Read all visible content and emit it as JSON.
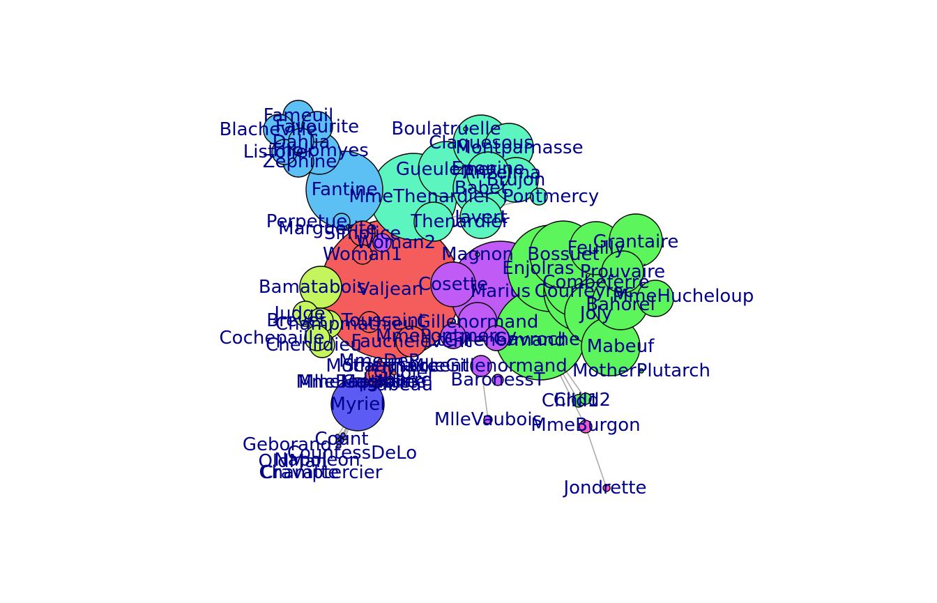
{
  "community_colors": {
    "red": "#f55c5c",
    "blue": "#5c5cf5",
    "sky": "#5cc0f5",
    "yellow": "#c4f55c",
    "purple": "#c05cf5",
    "teal": "#5cf5c0",
    "green": "#5cf55c",
    "magenta": "#f55cc0"
  },
  "label_color": "#00008b",
  "edge_color": "#aaaaaa",
  "nodes": [
    {
      "id": "Valjean",
      "label": "Valjean",
      "c": "red"
    },
    {
      "id": "Myriel",
      "label": "Myriel",
      "c": "blue"
    },
    {
      "id": "Napoleon",
      "label": "Napoleon",
      "c": "blue"
    },
    {
      "id": "MlleBaptistine",
      "label": "MlleBaptistine",
      "c": "red"
    },
    {
      "id": "MmeMagloire",
      "label": "MmeMagloire",
      "c": "red"
    },
    {
      "id": "CountessDeLo",
      "label": "CountessDeLo",
      "c": "blue"
    },
    {
      "id": "Geborand",
      "label": "Geborand",
      "c": "blue"
    },
    {
      "id": "Champtercier",
      "label": "Champtercier",
      "c": "blue"
    },
    {
      "id": "Cravatte",
      "label": "Cravatte",
      "c": "blue"
    },
    {
      "id": "Count",
      "label": "Count",
      "c": "blue"
    },
    {
      "id": "OldMan",
      "label": "OldMan",
      "c": "blue"
    },
    {
      "id": "Labarre",
      "label": "Labarre",
      "c": "red"
    },
    {
      "id": "Marguerite",
      "label": "Marguerite",
      "c": "sky"
    },
    {
      "id": "MmeDeR",
      "label": "MmeDeR",
      "c": "red"
    },
    {
      "id": "Isabeau",
      "label": "Isabeau",
      "c": "red"
    },
    {
      "id": "Gervais",
      "label": "Gervais",
      "c": "red"
    },
    {
      "id": "Tholomyes",
      "label": "Tholomyes",
      "c": "sky"
    },
    {
      "id": "Listolier",
      "label": "Listolier",
      "c": "sky"
    },
    {
      "id": "Fameuil",
      "label": "Fameuil",
      "c": "sky"
    },
    {
      "id": "Blacheville",
      "label": "Blacheville",
      "c": "sky"
    },
    {
      "id": "Favourite",
      "label": "Favourite",
      "c": "sky"
    },
    {
      "id": "Dahlia",
      "label": "Dahlia",
      "c": "sky"
    },
    {
      "id": "Zephine",
      "label": "Zephine",
      "c": "sky"
    },
    {
      "id": "Fantine",
      "label": "Fantine",
      "c": "sky"
    },
    {
      "id": "MmeThenardier",
      "label": "MmeThenardier",
      "c": "teal"
    },
    {
      "id": "Thenardier",
      "label": "Thenardier",
      "c": "teal"
    },
    {
      "id": "Cosette",
      "label": "Cosette",
      "c": "purple"
    },
    {
      "id": "Javert",
      "label": "Javert",
      "c": "teal"
    },
    {
      "id": "Fauchelevent",
      "label": "Fauchelevent",
      "c": "red"
    },
    {
      "id": "Bamatabois",
      "label": "Bamatabois",
      "c": "yellow"
    },
    {
      "id": "Perpetue",
      "label": "Perpetue",
      "c": "sky"
    },
    {
      "id": "Simplice",
      "label": "Simplice",
      "c": "red"
    },
    {
      "id": "Scaufflaire",
      "label": "Scaufflaire",
      "c": "red"
    },
    {
      "id": "Woman1",
      "label": "Woman1",
      "c": "red"
    },
    {
      "id": "Judge",
      "label": "Judge",
      "c": "yellow"
    },
    {
      "id": "Champmathieu",
      "label": "Champmathieu",
      "c": "yellow"
    },
    {
      "id": "Brevet",
      "label": "Brevet",
      "c": "yellow"
    },
    {
      "id": "Chenildieu",
      "label": "Chenildieu",
      "c": "yellow"
    },
    {
      "id": "Cochepaille",
      "label": "Cochepaille",
      "c": "yellow"
    },
    {
      "id": "Pontmercy",
      "label": "Pontmercy",
      "c": "teal"
    },
    {
      "id": "Boulatruelle",
      "label": "Boulatruelle",
      "c": "teal"
    },
    {
      "id": "Eponine",
      "label": "Eponine",
      "c": "teal"
    },
    {
      "id": "Anzelma",
      "label": "Anzelma",
      "c": "teal"
    },
    {
      "id": "Woman2",
      "label": "Woman2",
      "c": "purple"
    },
    {
      "id": "MotherInnocent",
      "label": "MotherInnocent",
      "c": "red"
    },
    {
      "id": "Gribier",
      "label": "Gribier",
      "c": "red"
    },
    {
      "id": "Jondrette",
      "label": "Jondrette",
      "c": "magenta"
    },
    {
      "id": "MmeBurgon",
      "label": "MmeBurgon",
      "c": "magenta"
    },
    {
      "id": "Gavroche",
      "label": "Gavroche",
      "c": "green"
    },
    {
      "id": "Gillenormand",
      "label": "Gillenormand",
      "c": "purple"
    },
    {
      "id": "Magnon",
      "label": "Magnon",
      "c": "teal"
    },
    {
      "id": "MlleGillenormand",
      "label": "MlleGillenormand",
      "c": "purple"
    },
    {
      "id": "MmePontmercy",
      "label": "MmePontmercy",
      "c": "purple"
    },
    {
      "id": "MlleVaubois",
      "label": "MlleVaubois",
      "c": "purple"
    },
    {
      "id": "LtGillenormand",
      "label": "LtGillenormand",
      "c": "purple"
    },
    {
      "id": "Marius",
      "label": "Marius",
      "c": "purple"
    },
    {
      "id": "BaronessT",
      "label": "BaronessT",
      "c": "purple"
    },
    {
      "id": "Mabeuf",
      "label": "Mabeuf",
      "c": "green"
    },
    {
      "id": "Enjolras",
      "label": "Enjolras",
      "c": "green"
    },
    {
      "id": "Combeferre",
      "label": "Combeferre",
      "c": "green"
    },
    {
      "id": "Prouvaire",
      "label": "Prouvaire",
      "c": "green"
    },
    {
      "id": "Feuilly",
      "label": "Feuilly",
      "c": "green"
    },
    {
      "id": "Courfeyrac",
      "label": "Courfeyrac",
      "c": "green"
    },
    {
      "id": "Bahorel",
      "label": "Bahorel",
      "c": "green"
    },
    {
      "id": "Bossuet",
      "label": "Bossuet",
      "c": "green"
    },
    {
      "id": "Joly",
      "label": "Joly",
      "c": "green"
    },
    {
      "id": "Grantaire",
      "label": "Grantaire",
      "c": "green"
    },
    {
      "id": "MotherPlutarch",
      "label": "MotherPlutarch",
      "c": "green"
    },
    {
      "id": "Gueulemer",
      "label": "Gueulemer",
      "c": "teal"
    },
    {
      "id": "Babet",
      "label": "Babet",
      "c": "teal"
    },
    {
      "id": "Claquesous",
      "label": "Claquesous",
      "c": "teal"
    },
    {
      "id": "Montparnasse",
      "label": "Montparnasse",
      "c": "teal"
    },
    {
      "id": "Toussaint",
      "label": "Toussaint",
      "c": "red"
    },
    {
      "id": "Child1",
      "label": "Child1",
      "c": "green"
    },
    {
      "id": "Child2",
      "label": "Child2",
      "c": "green"
    },
    {
      "id": "Brujon",
      "label": "Brujon",
      "c": "teal"
    },
    {
      "id": "MmeHucheloup",
      "label": "MmeHucheloup",
      "c": "green"
    }
  ],
  "edges": [
    [
      "Myriel",
      "Napoleon"
    ],
    [
      "Myriel",
      "CountessDeLo"
    ],
    [
      "Myriel",
      "Geborand"
    ],
    [
      "Myriel",
      "Champtercier"
    ],
    [
      "Myriel",
      "Cravatte"
    ],
    [
      "Myriel",
      "Count"
    ],
    [
      "Myriel",
      "OldMan"
    ],
    [
      "MlleVaubois",
      "MlleGillenormand"
    ],
    [
      "Jondrette",
      "MmeBurgon"
    ],
    [
      "Boulatruelle",
      "Thenardier"
    ],
    [
      "Pontmercy",
      "Thenardier"
    ],
    [
      "Child1",
      "Child2"
    ],
    [
      "Child1",
      "Gavroche"
    ],
    [
      "Child2",
      "Gavroche"
    ],
    [
      "MmeBurgon",
      "Gavroche"
    ],
    [
      "Myriel",
      "Valjean"
    ],
    [
      "MlleBaptistine",
      "Myriel"
    ],
    [
      "MmeMagloire",
      "Myriel"
    ]
  ]
}
